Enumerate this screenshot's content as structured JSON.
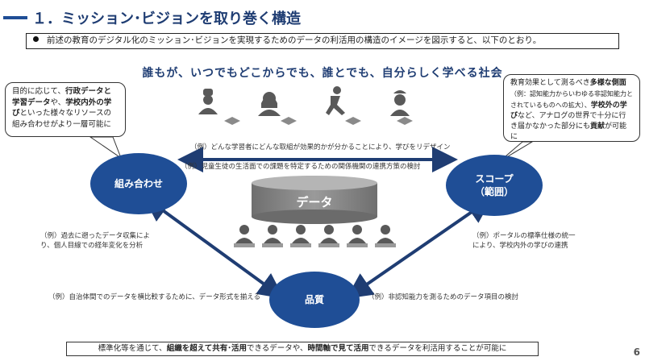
{
  "header": {
    "title": "１．ミッション･ビジョンを取り巻く構造",
    "bullet": "前述の教育のデジタル化のミッション･ビジョンを実現するためのデータの利活用の構造のイメージを図示すると、以下のとおり。"
  },
  "headline": "誰もが、いつでもどこからでも、誰とでも、自分らしく学べる社会",
  "callout_left": {
    "parts": [
      "目的に応じて、",
      "行政データと学習データ",
      "や、",
      "学校内外の学び",
      "といった様々なリソースの組み合わせがより一層可能に"
    ]
  },
  "callout_right": {
    "parts": [
      "教育効果として測るべき",
      "多様な側面",
      "（例：認知能力からいわゆる非認知能力とされているものへの拡大）、",
      "学校外の学び",
      "など、アナログの世界で十分に行き届かなかった部分にも",
      "貢献",
      "が可能に"
    ]
  },
  "nodes": {
    "left": "組み合わせ",
    "right_line1": "スコープ",
    "right_line2": "（範囲）",
    "bottom": "品質",
    "data": "データ"
  },
  "examples": {
    "top1": "（例）どんな学習者にどんな取組が効果的かが分かることにより、学びをリデザイン",
    "top2": "（例）児童生徒の生活面での課題を特定するための関係機関の連携方策の検討",
    "left1": "（例）過去に遡ったデータ収集によ",
    "left2": "り、個人目線での経年変化を分析",
    "right1": "（例）ポータルの標準仕様の統一",
    "right2": "により、学校内外の学びの連携",
    "bottom_left": "（例）自治体間でのデータを横比較するために、データ形式を揃える",
    "bottom_right": "（例）非認知能力を測るためのデータ項目の検討"
  },
  "footer": {
    "parts": [
      "標準化等を通じて、",
      "組織を超えて共有･活用",
      "できるデータや、",
      "時間軸で見て活用",
      "できるデータを利活用することが可能に"
    ]
  },
  "page_number": "6",
  "colors": {
    "navy": "#1f3d73",
    "node": "#1f4e96",
    "arrow": "#1f3d73",
    "person": "#595959"
  },
  "icons": [
    "chef-person-icon",
    "woman-person-icon",
    "running-person-icon",
    "nurse-person-icon",
    "student-person-icon"
  ]
}
